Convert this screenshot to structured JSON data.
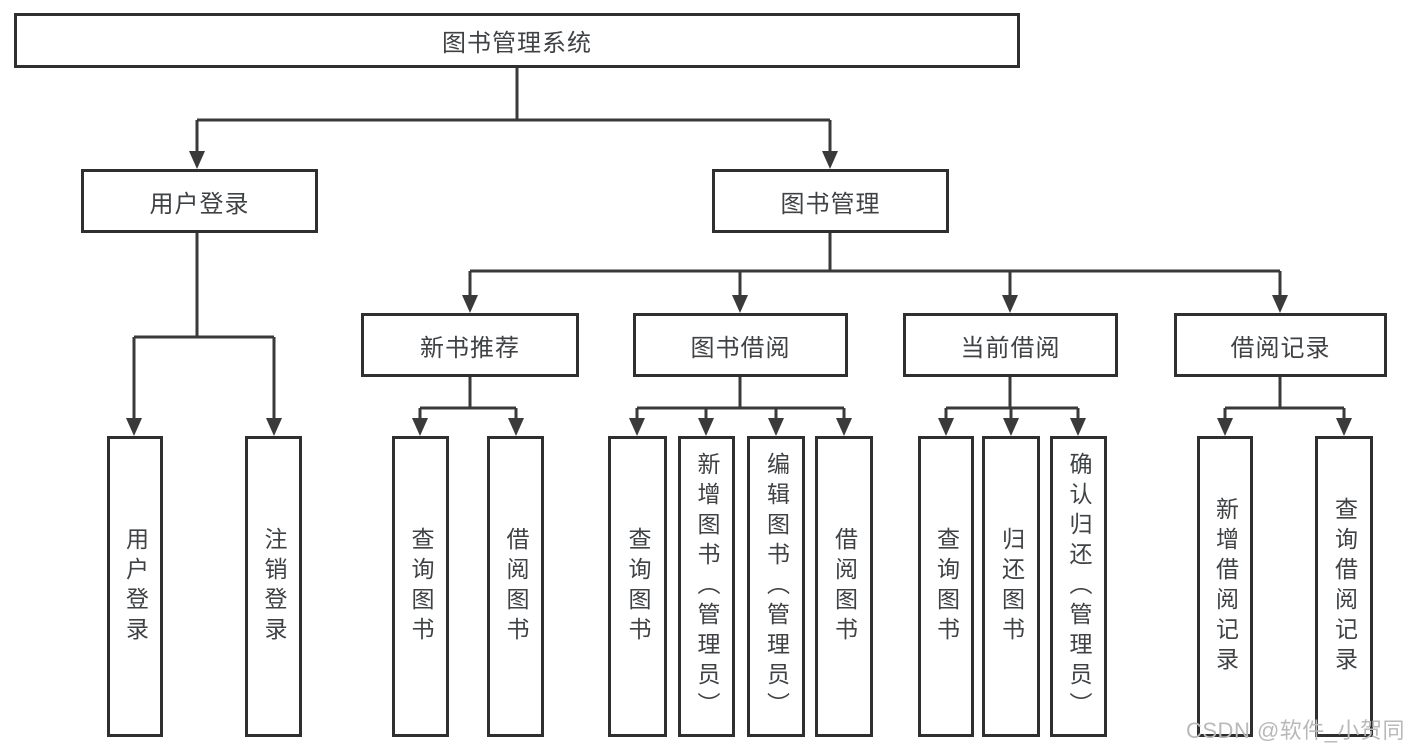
{
  "tree": {
    "root": {
      "label": "图书管理系统"
    },
    "branches": [
      {
        "label": "用户登录",
        "children": [
          {
            "label": "用户登录"
          },
          {
            "label": "注销登录"
          }
        ]
      },
      {
        "label": "图书管理",
        "children": [
          {
            "label": "新书推荐",
            "children": [
              {
                "label": "查询图书"
              },
              {
                "label": "借阅图书"
              }
            ]
          },
          {
            "label": "图书借阅",
            "children": [
              {
                "label": "查询图书"
              },
              {
                "label": "新增图书（管理员）"
              },
              {
                "label": "编辑图书（管理员）"
              },
              {
                "label": "借阅图书"
              }
            ]
          },
          {
            "label": "当前借阅",
            "children": [
              {
                "label": "查询图书"
              },
              {
                "label": "归还图书"
              },
              {
                "label": "确认归还（管理员）"
              }
            ]
          },
          {
            "label": "借阅记录",
            "children": [
              {
                "label": "新增借阅记录"
              },
              {
                "label": "查询借阅记录"
              }
            ]
          }
        ]
      }
    ]
  },
  "watermark": {
    "text": "CSDN @软件_小贺同学"
  },
  "colors": {
    "line": "#3a3a3a",
    "border": "#2f2f2f",
    "text": "#3f4245",
    "watermark": "#b9b9b9",
    "background": "#ffffff"
  }
}
